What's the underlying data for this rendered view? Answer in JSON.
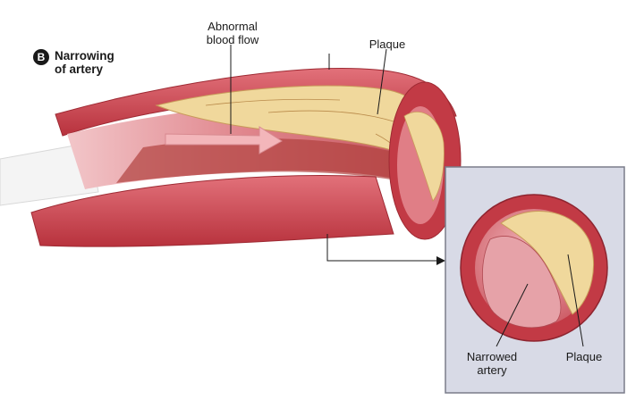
{
  "panel": {
    "badge": "B",
    "title": "Narrowing\nof artery"
  },
  "labels": {
    "abnormal_flow": "Abnormal\nblood flow",
    "plaque_top": "Plaque",
    "narrowed_artery": "Narrowed\nartery",
    "plaque_inset": "Plaque"
  },
  "colors": {
    "artery_outer": "#c23a45",
    "artery_wall": "#d9636b",
    "lumen": "#e59aa0",
    "plaque": "#f0d89c",
    "inset_bg": "#d8dae6"
  }
}
